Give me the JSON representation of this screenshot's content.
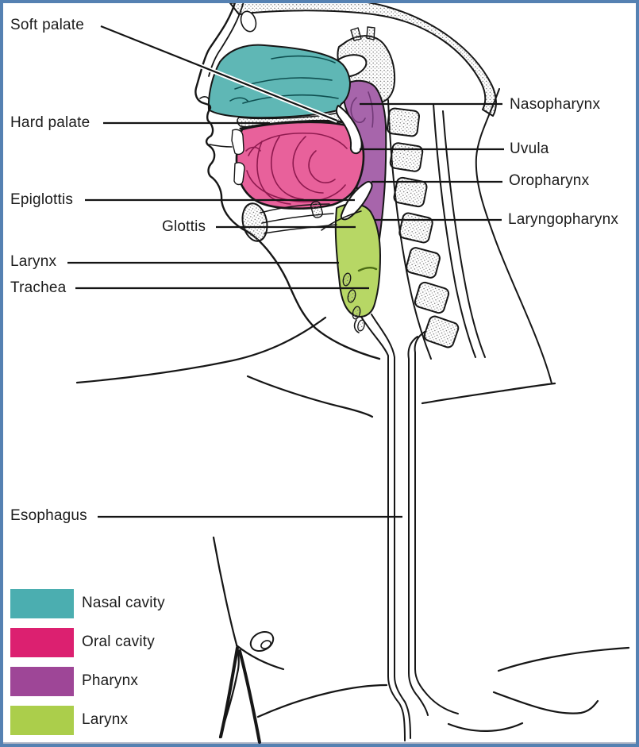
{
  "labels": {
    "soft_palate": "Soft palate",
    "hard_palate": "Hard palate",
    "epiglottis": "Epiglottis",
    "glottis": "Glottis",
    "larynx": "Larynx",
    "trachea": "Trachea",
    "esophagus": "Esophagus",
    "nasopharynx": "Nasopharynx",
    "uvula": "Uvula",
    "oropharynx": "Oropharynx",
    "laryngopharynx": "Laryngopharynx"
  },
  "legend": {
    "items": [
      {
        "label": "Nasal cavity",
        "color": "#4BAEB0"
      },
      {
        "label": "Oral cavity",
        "color": "#DC2070"
      },
      {
        "label": "Pharynx",
        "color": "#9E4697"
      },
      {
        "label": "Larynx",
        "color": "#ABCE4B"
      }
    ]
  },
  "region_colors": {
    "nasal_cavity": "#5FB7B5",
    "oral_cavity": "#E8619B",
    "pharynx": "#A765AB",
    "larynx": "#B7D765",
    "outline": "#161616",
    "frame_border": "#5581B2"
  }
}
